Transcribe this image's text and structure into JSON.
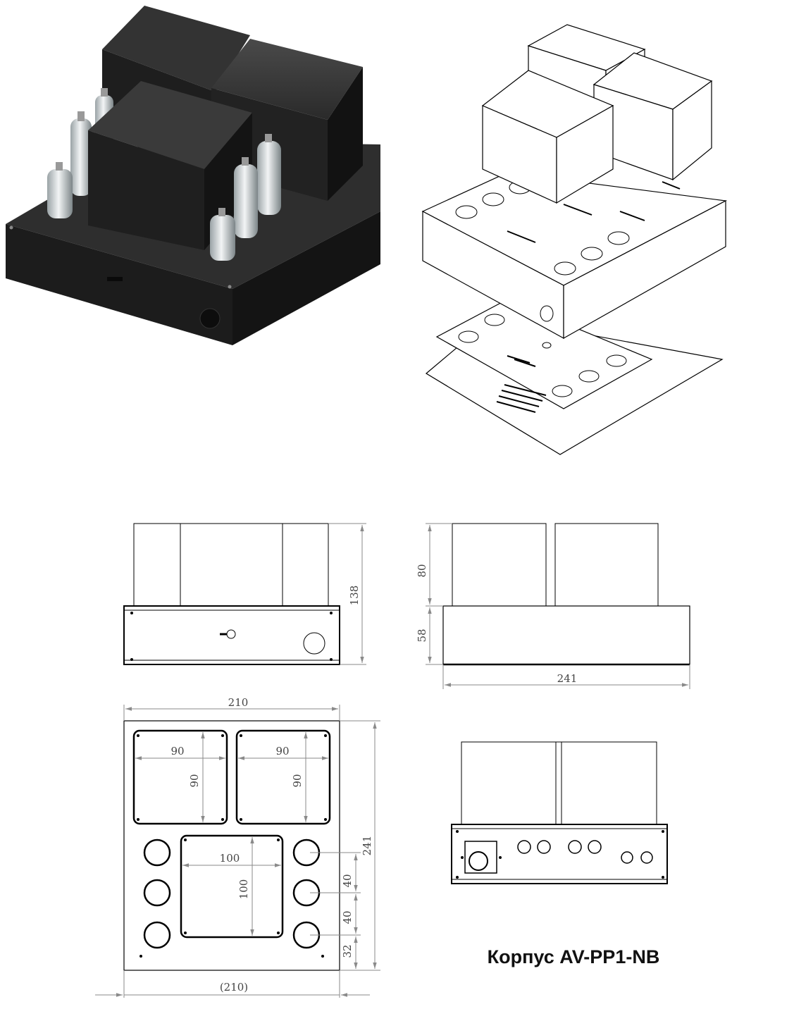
{
  "drawing": {
    "title": "Корпус AV-PP1-NB",
    "colors": {
      "line": "#000000",
      "dimension": "#8a8a8a",
      "render_dark": "#1f1f1f"
    },
    "front_view": {
      "height_total": "138"
    },
    "side_view": {
      "height_top": "80",
      "height_base": "58",
      "depth": "241"
    },
    "top_view": {
      "width": "210",
      "width_ref": "(210)",
      "depth": "241",
      "transformer_w": "90",
      "transformer_h": "90",
      "transformer2_w": "90",
      "transformer2_h": "90",
      "center_w": "100",
      "center_h": "100",
      "tube_pitch_1": "40",
      "tube_pitch_2": "40",
      "tube_edge": "32"
    }
  }
}
